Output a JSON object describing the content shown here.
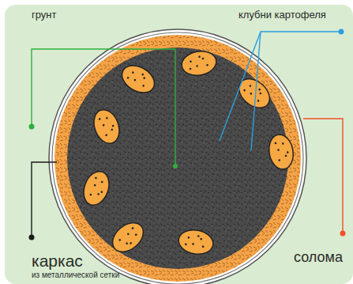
{
  "diagram": {
    "labels": [
      "грунт",
      "клубни картофеля",
      "каркас",
      "из металлической сетки",
      "солома"
    ]
  }
}
